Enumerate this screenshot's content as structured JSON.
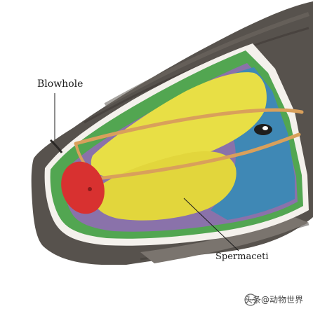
{
  "labels": {
    "blowhole": "Blowhole",
    "spermaceti": "Spermaceti"
  },
  "watermark": {
    "text": "头条@动物世界",
    "icon": "chat-bubble-icon"
  },
  "colors": {
    "skin": "#57524d",
    "skin_light": "#8b8580",
    "blubber_white": "#f4f1ec",
    "green_layer": "#52a651",
    "purple_layer": "#8a72aa",
    "blue_tissue": "#3f88b5",
    "spermaceti_yellow": "#e8df45",
    "junk_red": "#d83130",
    "nasal_passage": "#d9a05b"
  }
}
